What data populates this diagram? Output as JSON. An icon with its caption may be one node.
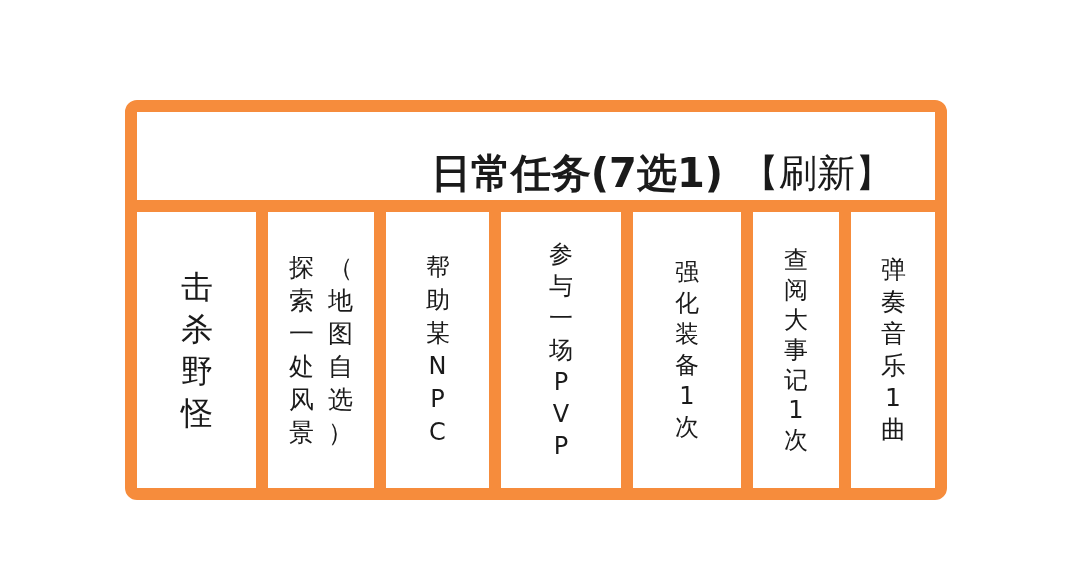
{
  "diagram": {
    "nodes": [
      {
        "text": [
          "日常任务(7选1)",
          "【刷新】"
        ]
      },
      {
        "text": [
          "击杀野怪"
        ],
        "in": 0
      },
      {
        "text": [
          "探索一处风景（地图自选）"
        ],
        "in": 0
      },
      {
        "text": [
          "帮助某NPC"
        ],
        "in": 0
      },
      {
        "text": [
          "参与一场PVP"
        ],
        "in": 0
      },
      {
        "text": [
          "强化装备1次"
        ],
        "in": 0
      },
      {
        "text": [
          "查阅大事记1次"
        ],
        "in": 0
      },
      {
        "text": [
          "弹奏音乐1曲"
        ],
        "in": 0
      }
    ]
  }
}
